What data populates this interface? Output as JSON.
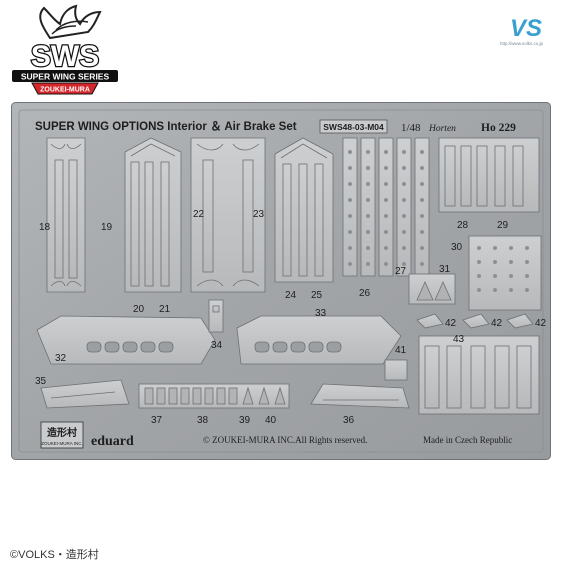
{
  "logo": {
    "brand_big": "SWS",
    "brand_series": "SUPER WING SERIES",
    "brand_maker": "ZOUKEI-MURA"
  },
  "corner_logo": {
    "text": "VS",
    "url": "http://www.volks.co.jp"
  },
  "sheet": {
    "title": "SUPER WING OPTIONS Interior ＆ Air Brake Set",
    "code": "SWS48-03-M04",
    "scale": "1/48",
    "model_script": "Horten",
    "model": "Ho 229",
    "manufacturer": "eduard",
    "copyright": "© ZOUKEI-MURA INC.All Rights reserved.",
    "made_in": "Made in Czech Republic",
    "stamp_main": "造形村",
    "stamp_sub": "ZOUKEI-MURA INC.",
    "part_numbers": [
      "18",
      "19",
      "20",
      "21",
      "22",
      "23",
      "24",
      "25",
      "26",
      "27",
      "28",
      "29",
      "30",
      "31",
      "32",
      "33",
      "34",
      "35",
      "36",
      "37",
      "38",
      "39",
      "40",
      "41",
      "42",
      "42",
      "42",
      "43"
    ]
  },
  "footer": {
    "copyright": "©VOLKS・造形村"
  },
  "colors": {
    "fret_fill": "#a3a6a9",
    "part_fill": "#c4c6c8",
    "edge": "#6d7174",
    "text": "#1e1e1e",
    "vs_blue": "#3aa0d2",
    "sws_red": "#d6262b"
  }
}
